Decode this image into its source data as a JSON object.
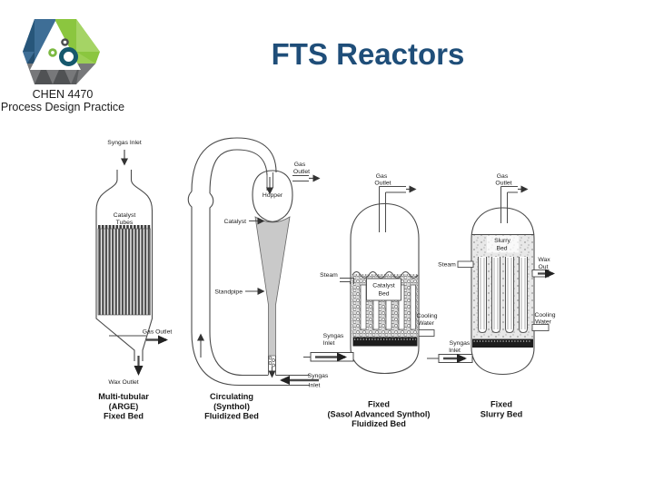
{
  "slide": {
    "background": "#ffffff"
  },
  "header": {
    "title": "FTS Reactors",
    "logo": {
      "line1": "CHEN 4470",
      "line2": "Process Design Practice"
    }
  },
  "reactors": [
    {
      "key": "multi-tubular",
      "labels": {
        "syngas_inlet": "Syngas Inlet",
        "catalyst_tubes": [
          "Catalyst",
          "Tubes"
        ],
        "gas_outlet": "Gas Outlet",
        "wax_outlet": "Wax Outlet"
      },
      "caption": [
        "Multi-tubular",
        "(ARGE)",
        "Fixed Bed"
      ]
    },
    {
      "key": "circulating-synthol",
      "labels": {
        "gas_outlet": [
          "Gas",
          "Outlet"
        ],
        "hopper": "Hopper",
        "catalyst": "Catalyst",
        "standpipe": "Standpipe",
        "syngas_inlet": [
          "Syngas",
          "Inlet"
        ]
      },
      "caption": [
        "Circulating",
        "(Synthol)",
        "Fluidized Bed"
      ]
    },
    {
      "key": "sas-fixed-fluidized",
      "labels": {
        "gas_outlet": [
          "Gas",
          "Outlet"
        ],
        "steam": "Steam",
        "catalyst_bed": [
          "Catalyst",
          "Bed"
        ],
        "cooling_water": [
          "Cooling",
          "Water"
        ],
        "syngas_inlet": [
          "Syngas",
          "Inlet"
        ]
      },
      "caption": [
        "Fixed",
        "(Sasol Advanced Synthol)",
        "Fluidized Bed"
      ]
    },
    {
      "key": "fixed-slurry",
      "labels": {
        "gas_outlet": [
          "Gas",
          "Outlet"
        ],
        "steam": "Steam",
        "slurry_bed": [
          "Slurry",
          "Bed"
        ],
        "wax_out": [
          "Wax",
          "Out"
        ],
        "cooling_water": [
          "Cooling",
          "Water"
        ],
        "syngas_inlet": [
          "Syngas",
          "Inlet"
        ]
      },
      "caption": [
        "Fixed",
        "Slurry Bed"
      ]
    }
  ],
  "colors": {
    "title": "#1f4e79",
    "logo_blue": "#3e6e96",
    "logo_blue_dark": "#27567a",
    "logo_green": "#8bc63f",
    "logo_green_light": "#a5d465",
    "logo_gray": "#77787a",
    "logo_gray_dark": "#505254",
    "logo_teal": "#15586d",
    "diagram_ink": "#4a4a4a"
  }
}
